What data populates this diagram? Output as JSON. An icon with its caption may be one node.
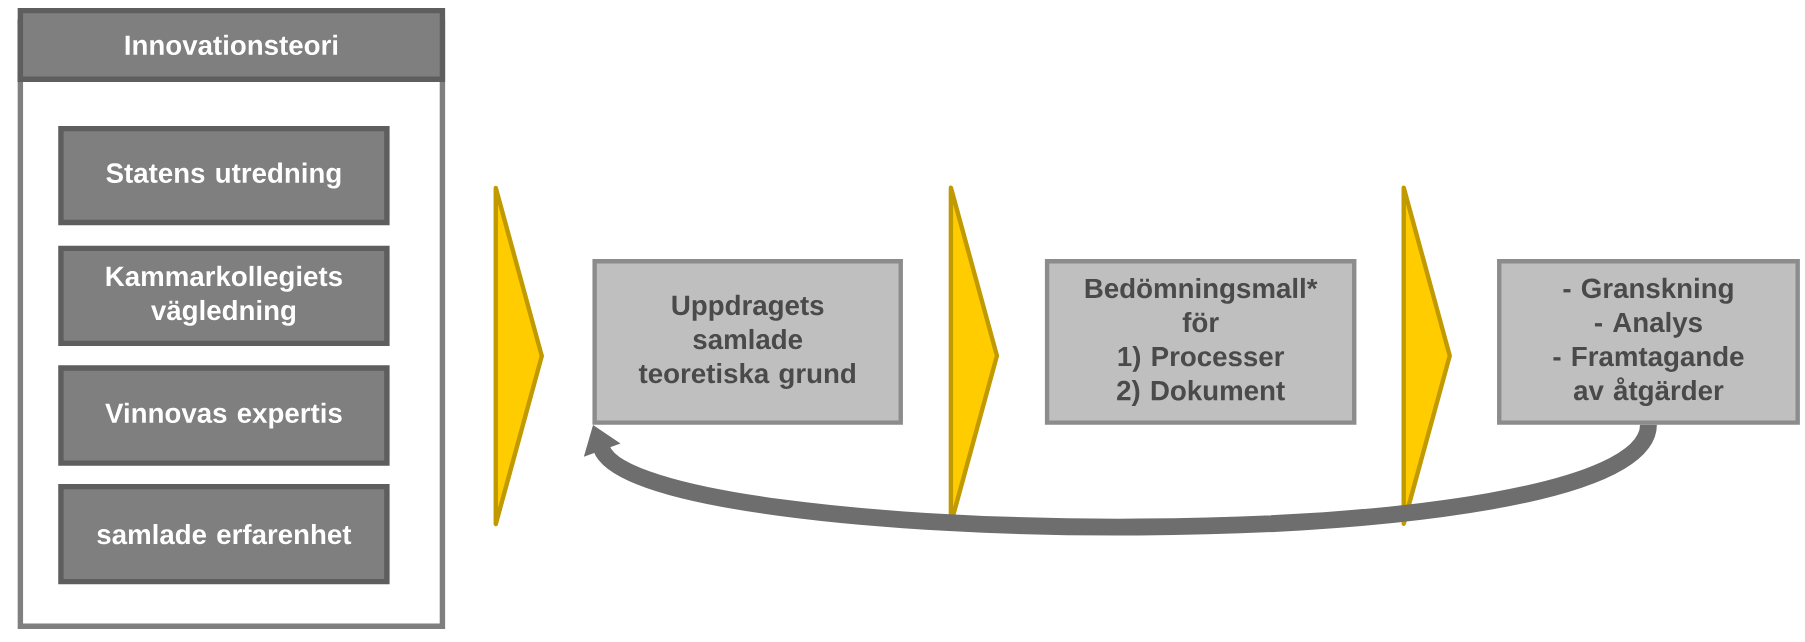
{
  "diagram": {
    "nodes": [
      {
        "text": [
          "Innovationsteori"
        ]
      },
      {
        "text": [
          "Statens utredning"
        ],
        "in": 0
      },
      {
        "text": [
          "Kammarkollegiets vägledning"
        ],
        "in": 0
      },
      {
        "text": [
          "Vinnovas expertis"
        ],
        "in": 0
      },
      {
        "text": [
          "samlade erfarenhet"
        ],
        "in": 0
      },
      {
        "text": [
          "Uppdragets samlade teoretiska grund"
        ]
      },
      {
        "text": [
          "Bedömningsmall* för",
          "1) Processer",
          "2) Dokument"
        ]
      },
      {
        "text": [
          "- Granskning",
          "- Analys",
          "- Framtagande av åtgärder"
        ]
      }
    ],
    "edges": [
      {
        "from": 0,
        "to": 5,
        "arrow": "to"
      },
      {
        "from": 5,
        "to": 6,
        "arrow": "to"
      },
      {
        "from": 6,
        "to": 7,
        "arrow": "to"
      },
      {
        "from": 7,
        "to": 5,
        "arrow": "to",
        "color": "#6e6e6e"
      }
    ]
  }
}
